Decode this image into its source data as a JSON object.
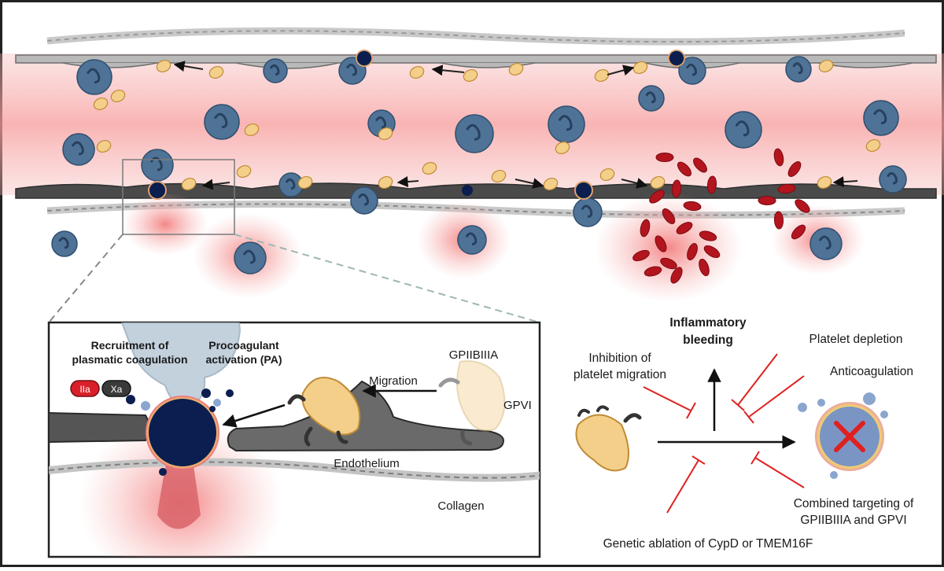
{
  "inset": {
    "recruitment": [
      "Recruitment of",
      "plasmatic coagulation"
    ],
    "procoagulant": [
      "Procoagulant",
      "activation (PA)"
    ],
    "factor_iia": "IIa",
    "factor_xa": "Xa",
    "migration": "Migration",
    "gpiibiiia": "GPIIBIIIA",
    "gpvi": "GPVI",
    "endothelium": "Endothelium",
    "collagen": "Collagen"
  },
  "scheme": {
    "inflammatory_bleeding": [
      "Inflammatory",
      "bleeding"
    ],
    "inhibition_migration": [
      "Inhibition of",
      "platelet migration"
    ],
    "platelet_depletion": "Platelet depletion",
    "anticoagulation": "Anticoagulation",
    "combined_targeting": [
      "Combined targeting of",
      "GPIIBIIIA and GPVI"
    ],
    "genetic_ablation": "Genetic ablation of CypD or TMEM16F"
  },
  "colors": {
    "vessel_glow": "#f7b8b8",
    "neutrophil": "#4f7397",
    "platelet": "#f3cf8a",
    "red_cell": "#b3151e",
    "inhibitor_line": "#e02020",
    "procoagulant_core": "#0b1e4f",
    "factor_iia": "#d9202a",
    "factor_xa": "#3a3a3a"
  },
  "icons": [
    "neutrophil-icon",
    "platelet-icon",
    "procoagulant-platelet-icon",
    "red-blood-cell-icon",
    "blocked-platelet-icon"
  ]
}
